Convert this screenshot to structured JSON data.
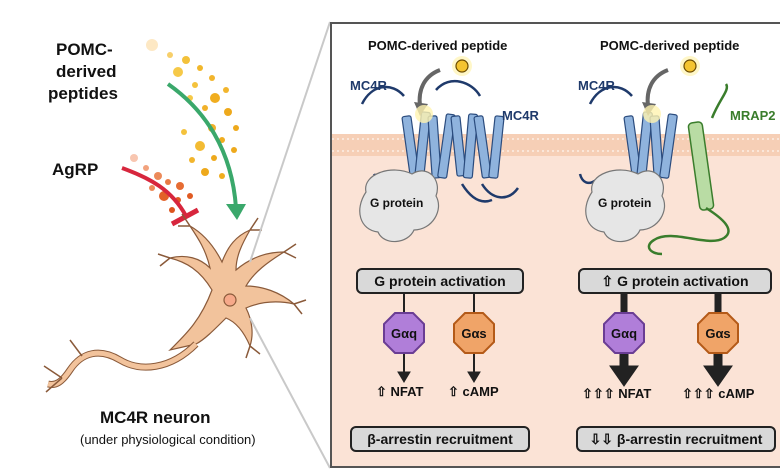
{
  "left": {
    "pomc_label_lines": [
      "POMC-",
      "derived",
      "peptides"
    ],
    "agrp_label": "AgRP",
    "neuron_title": "MC4R neuron",
    "neuron_subtitle": "(under physiological condition)"
  },
  "panel_left": {
    "peptide_label": "POMC-derived peptide",
    "receptor_label_a": "MC4R",
    "receptor_label_b": "MC4R",
    "gprotein_label": "G protein",
    "activation_label": "G protein activation",
    "gaq_label": "Gαq",
    "gas_label": "Gαs",
    "nfat_label": "⇧ NFAT",
    "camp_label": "⇧ cAMP",
    "arrestin_label": "β-arrestin recruitment"
  },
  "panel_right": {
    "peptide_label": "POMC-derived peptide",
    "receptor_label": "MC4R",
    "mrap_label": "MRAP2",
    "gprotein_label": "G protein",
    "activation_label": "⇧ G protein activation",
    "gaq_label": "Gαq",
    "gas_label": "Gαs",
    "nfat_label": "⇧⇧⇧ NFAT",
    "camp_label": "⇧⇧⇧ cAMP",
    "arrestin_label": "⇩⇩ β-arrestin recruitment"
  },
  "colors": {
    "panel_bg": "#fbe3d6",
    "membrane": "#f6cfb6",
    "receptor": "#8fb3dd",
    "receptor_edge": "#2b4c7e",
    "gprotein": "#e6e6e6",
    "gaq": "#b07ed9",
    "gas": "#f0a468",
    "mrap2": "#b9dca4",
    "pomc_arrow": "#3aa86b",
    "agrp_arrow": "#d7263d",
    "neuron": "#f2c39c"
  }
}
